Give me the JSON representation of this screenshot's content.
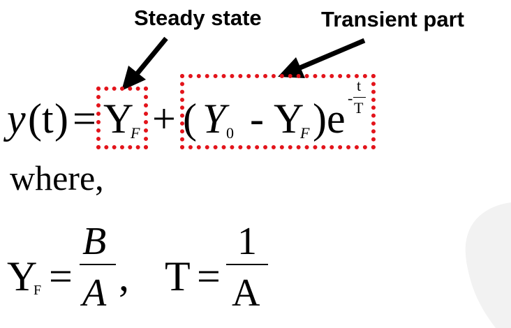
{
  "annotations": {
    "steady_state": "Steady state",
    "transient_part": "Transient part"
  },
  "equation": {
    "y": "y",
    "t_paren_open": "(",
    "t": "t",
    "t_paren_close": ")",
    "equals": "=",
    "YF_Y": "Y",
    "YF_sub": "F",
    "plus": "+",
    "paren_open": "(",
    "Y0_Y": "Y",
    "Y0_sub": "0",
    "minus": "-",
    "YF2_Y": "Y",
    "YF2_sub": "F",
    "paren_close": ")",
    "e": "e",
    "exp_minus": "-",
    "exp_num": "t",
    "exp_den": "T"
  },
  "where": "where,",
  "defs": {
    "YF_Y": "Y",
    "YF_sub": "F",
    "eq1": "=",
    "B": "B",
    "A1": "A",
    "comma": ",",
    "T": "T",
    "eq2": "=",
    "one": "1",
    "A2": "A"
  },
  "colors": {
    "box": "#e3141b",
    "arrow": "#000000",
    "watermark": "#f2f2f2"
  }
}
